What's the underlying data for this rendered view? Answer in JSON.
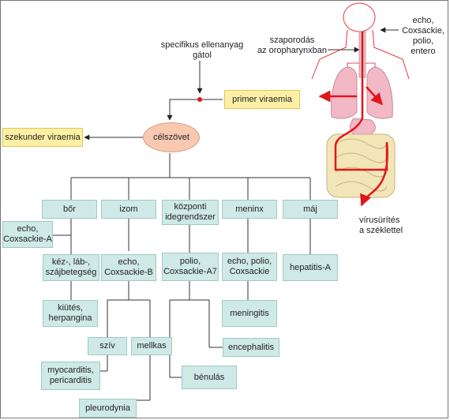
{
  "annotations": {
    "inhibitor": "specifikus ellenanyag\ngátol",
    "replication": "szaporodás\naz oropharynxban",
    "entry_viruses": "echo,\nCoxsackie,\npolio,\nentero",
    "shedding": "vírusürítés\na széklettel"
  },
  "stages": {
    "primary": "primer viraemia",
    "secondary": "szekunder viraemia",
    "target": "célszövet"
  },
  "organs": {
    "skin": "bőr",
    "muscle": "izom",
    "cns": "központi\nidegrendszer",
    "meninx": "meninx",
    "liver": "máj"
  },
  "skin_branch": {
    "viruses": "echo,\nCoxsackie-A",
    "disease1": "kéz-, láb-,\nszájbetegség",
    "disease2": "kiütés,\nherpangina"
  },
  "muscle_branch": {
    "viruses": "echo,\nCoxsackie-B",
    "heart": "szív",
    "chest": "mellkas",
    "disease_heart": "myocarditis,\npericarditis",
    "disease_chest": "pleurodynia"
  },
  "cns_branch": {
    "viruses": "polio,\nCoxsackie-A7",
    "disease1": "encephalitis",
    "disease2": "bénulás"
  },
  "meninx_branch": {
    "viruses": "echo, polio,\nCoxsackie",
    "disease": "meningitis"
  },
  "liver_branch": {
    "virus": "hepatitis-A"
  },
  "colors": {
    "box_fill": "#cfe9e6",
    "highlight_fill": "#fdf0a6",
    "target_fill": "#f8c8b0",
    "arrow_red": "#e0161c"
  }
}
